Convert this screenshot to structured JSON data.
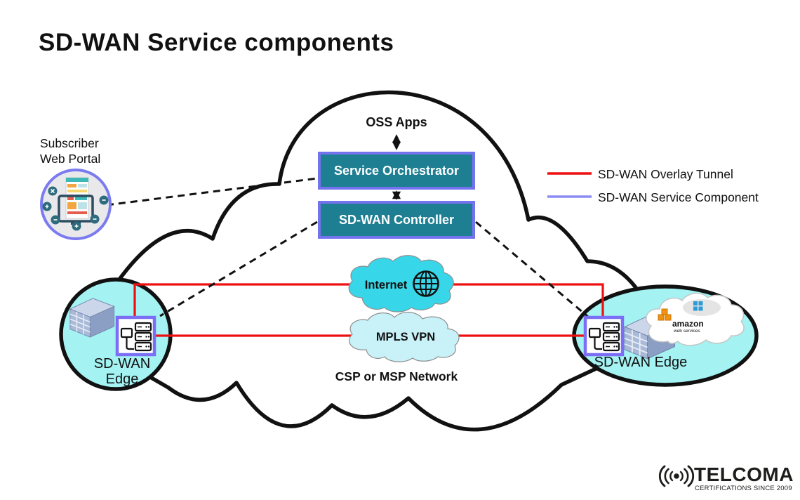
{
  "title": "SD-WAN Service components",
  "oss": {
    "label": "OSS Apps"
  },
  "orchestrator": {
    "label": "Service Orchestrator"
  },
  "controller": {
    "label": "SD-WAN Controller"
  },
  "portal": {
    "line1": "Subscriber",
    "line2": "Web Portal"
  },
  "edge_left": {
    "line1": "SD-WAN",
    "line2": "Edge"
  },
  "edge_right": {
    "label": "SD-WAN Edge"
  },
  "internet": {
    "label": "Internet"
  },
  "mpls": {
    "label": "MPLS VPN"
  },
  "network": {
    "label": "CSP or MSP Network"
  },
  "legend": {
    "tunnel": {
      "label": "SD-WAN Overlay Tunnel",
      "color": "#ee1010"
    },
    "component": {
      "label": "SD-WAN Service Component",
      "color": "#8b8bf2"
    }
  },
  "aws": {
    "brand": "amazon",
    "sub": "web services"
  },
  "logo": {
    "name": "TELCOMA",
    "tagline": "CERTIFICATIONS SINCE 2009"
  },
  "colors": {
    "box_fill": "#1f7f92",
    "box_border": "#7473ee",
    "edge_fill": "#a4f2f2",
    "internet_fill": "#38d6e9",
    "mpls_fill": "#c8f1f8",
    "tunnel_red": "#ee1010",
    "purple": "#7b6ef5",
    "portal_ring": "#7b7bf0"
  }
}
